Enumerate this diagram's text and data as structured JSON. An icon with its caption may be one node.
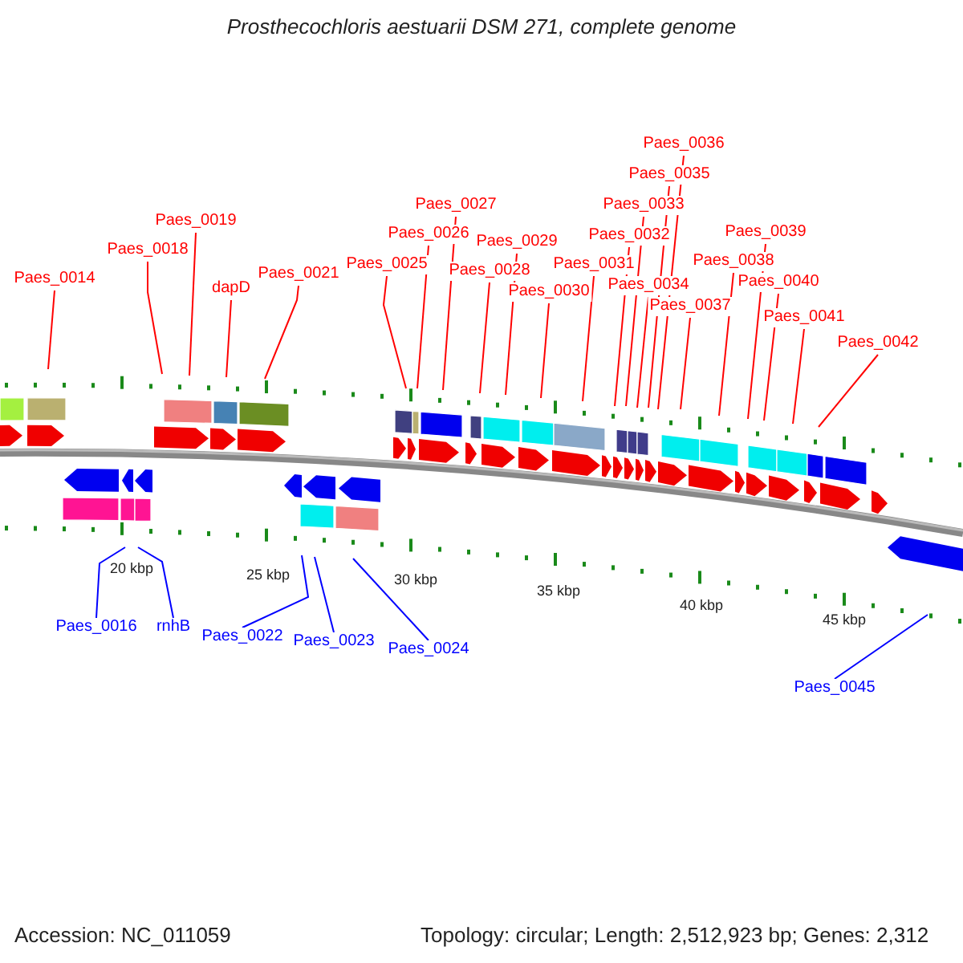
{
  "diagram": {
    "title": "Prosthecochloris aestuarii DSM 271, complete genome",
    "nodes": [
      {
        "text": [
          "Paes_0014"
        ]
      },
      {
        "text": [
          "Paes_0018"
        ]
      },
      {
        "text": [
          "Paes_0019"
        ]
      },
      {
        "text": [
          "dapD"
        ]
      },
      {
        "text": [
          "Paes_0021"
        ]
      },
      {
        "text": [
          "Paes_0025"
        ]
      },
      {
        "text": [
          "Paes_0026"
        ]
      },
      {
        "text": [
          "Paes_0027"
        ]
      },
      {
        "text": [
          "Paes_0028"
        ]
      },
      {
        "text": [
          "Paes_0029"
        ]
      },
      {
        "text": [
          "Paes_0030"
        ]
      },
      {
        "text": [
          "Paes_0031"
        ]
      },
      {
        "text": [
          "Paes_0032"
        ]
      },
      {
        "text": [
          "Paes_0033"
        ]
      },
      {
        "text": [
          "Paes_0034"
        ]
      },
      {
        "text": [
          "Paes_0035"
        ]
      },
      {
        "text": [
          "Paes_0036"
        ]
      },
      {
        "text": [
          "Paes_0037"
        ]
      },
      {
        "text": [
          "Paes_0038"
        ]
      },
      {
        "text": [
          "Paes_0039"
        ]
      },
      {
        "text": [
          "Paes_0040"
        ]
      },
      {
        "text": [
          "Paes_0041"
        ]
      },
      {
        "text": [
          "Paes_0042"
        ]
      },
      {
        "text": [
          "Paes_0016"
        ]
      },
      {
        "text": [
          "rnhB"
        ]
      },
      {
        "text": [
          "Paes_0022"
        ]
      },
      {
        "text": [
          "Paes_0023"
        ]
      },
      {
        "text": [
          "Paes_0024"
        ]
      },
      {
        "text": [
          "Paes_0045"
        ]
      }
    ],
    "edges": [
      {
        "from": 0,
        "to": null,
        "arrow": "none"
      },
      {
        "from": 1,
        "to": null,
        "arrow": "none"
      },
      {
        "from": 2,
        "to": null,
        "arrow": "none"
      },
      {
        "from": 3,
        "to": null,
        "arrow": "none"
      },
      {
        "from": 4,
        "to": null,
        "arrow": "none"
      },
      {
        "from": 5,
        "to": null,
        "arrow": "none"
      },
      {
        "from": 6,
        "to": null,
        "arrow": "none"
      },
      {
        "from": 7,
        "to": null,
        "arrow": "none"
      },
      {
        "from": 8,
        "to": null,
        "arrow": "none"
      },
      {
        "from": 9,
        "to": null,
        "arrow": "none"
      },
      {
        "from": 10,
        "to": null,
        "arrow": "none"
      },
      {
        "from": 11,
        "to": null,
        "arrow": "none"
      },
      {
        "from": 12,
        "to": null,
        "arrow": "none"
      },
      {
        "from": 13,
        "to": null,
        "arrow": "none"
      },
      {
        "from": 14,
        "to": null,
        "arrow": "none"
      },
      {
        "from": 15,
        "to": null,
        "arrow": "none"
      },
      {
        "from": 16,
        "to": null,
        "arrow": "none"
      },
      {
        "from": 17,
        "to": null,
        "arrow": "none"
      },
      {
        "from": 18,
        "to": null,
        "arrow": "none"
      },
      {
        "from": 19,
        "to": null,
        "arrow": "none"
      },
      {
        "from": 20,
        "to": null,
        "arrow": "none"
      },
      {
        "from": 21,
        "to": null,
        "arrow": "none"
      },
      {
        "from": 22,
        "to": null,
        "arrow": "none"
      },
      {
        "from": 23,
        "to": null,
        "arrow": "none",
        "color": "#0000ff"
      },
      {
        "from": 24,
        "to": null,
        "arrow": "none",
        "color": "#0000ff"
      },
      {
        "from": 25,
        "to": null,
        "arrow": "none",
        "color": "#0000ff"
      },
      {
        "from": 26,
        "to": null,
        "arrow": "none",
        "color": "#0000ff"
      },
      {
        "from": 27,
        "to": null,
        "arrow": "none",
        "color": "#0000ff"
      },
      {
        "from": 28,
        "to": null,
        "arrow": "none",
        "color": "#0000ff"
      }
    ],
    "labels": [
      "20 kbp",
      "25 kbp",
      "30 kbp",
      "35 kbp",
      "40 kbp",
      "45 kbp",
      "Accession: NC_011059",
      "Topology: circular; Length: 2,512,923 bp; Genes: 2,312"
    ]
  }
}
